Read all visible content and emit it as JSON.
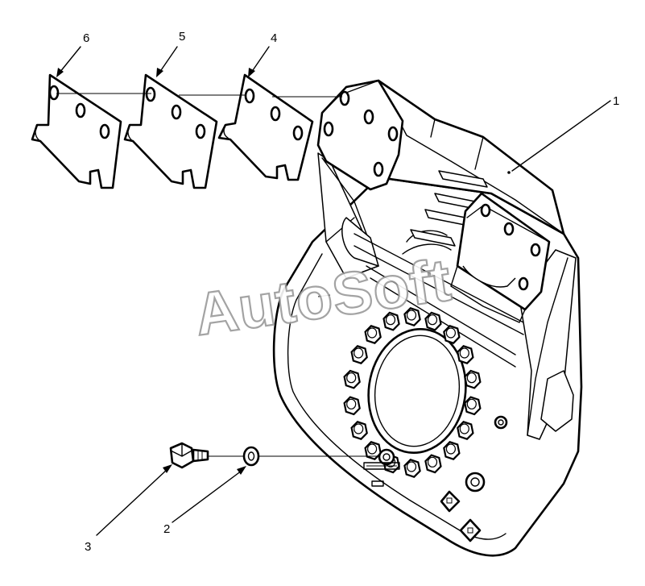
{
  "callouts": [
    {
      "id": "1",
      "text": "1"
    },
    {
      "id": "2",
      "text": "2"
    },
    {
      "id": "3",
      "text": "3"
    },
    {
      "id": "4",
      "text": "4"
    },
    {
      "id": "5",
      "text": "5"
    },
    {
      "id": "6",
      "text": "6"
    }
  ],
  "watermark": "AutoSoft",
  "colors": {
    "line": "#000000",
    "background": "#ffffff",
    "watermark": "#9a9a9a"
  }
}
